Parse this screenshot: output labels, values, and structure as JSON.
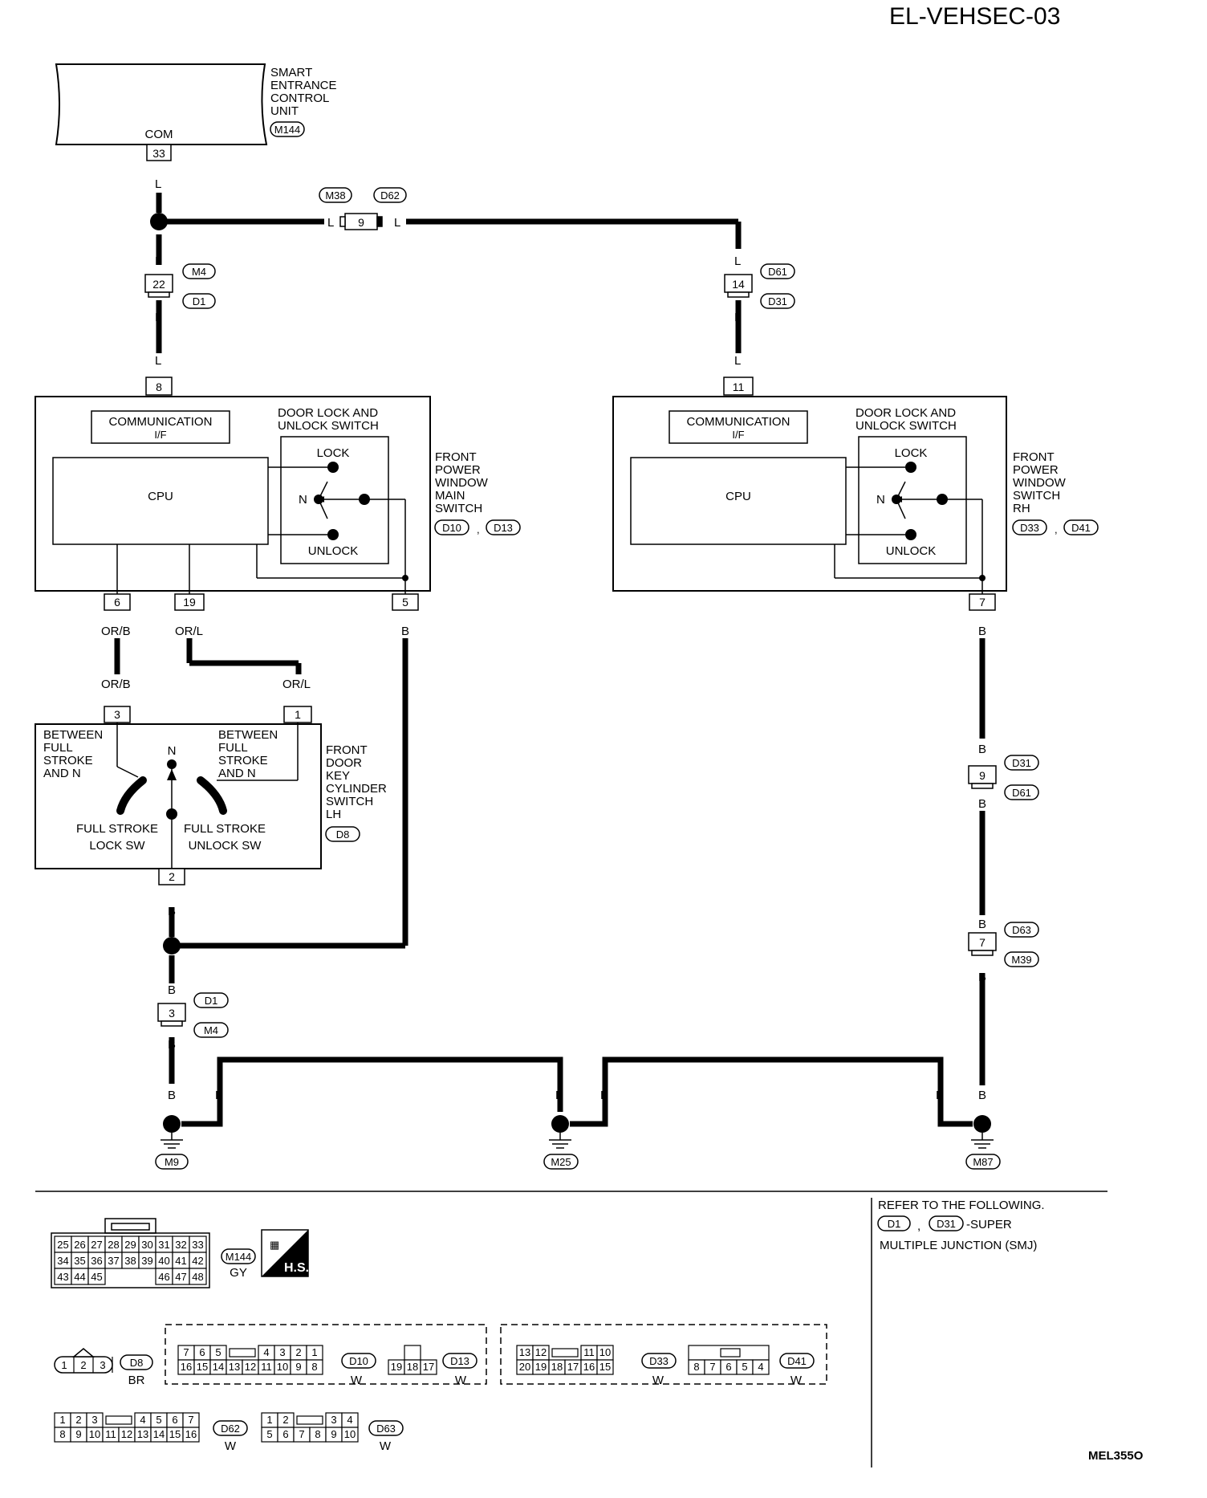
{
  "title": "EL-VEHSEC-03",
  "diagram_code": "MEL355O",
  "smart_unit": {
    "name_lines": [
      "SMART",
      "ENTRANCE",
      "CONTROL",
      "UNIT"
    ],
    "connector": "M144",
    "terminal_label": "COM",
    "terminal": "33"
  },
  "junction": {
    "left": "M38",
    "right": "D62",
    "pin": "9"
  },
  "connectors": {
    "m4_d1_upper": {
      "pin": "22",
      "a": "M4",
      "b": "D1"
    },
    "d61_d31": {
      "pin": "14",
      "a": "D61",
      "b": "D31"
    },
    "d31_d61_lower": {
      "pin": "9",
      "a": "D31",
      "b": "D61"
    },
    "d63_m39": {
      "pin": "7",
      "a": "D63",
      "b": "M39"
    },
    "d1_m4_lower": {
      "pin": "3",
      "a": "D1",
      "b": "M4"
    }
  },
  "main_switch": {
    "name_lines": [
      "FRONT",
      "POWER",
      "WINDOW",
      "MAIN",
      "SWITCH"
    ],
    "conn_a": "D10",
    "conn_b": "D13",
    "comm_line1": "COMMUNICATION",
    "comm_line2": "I/F",
    "cpu": "CPU",
    "dl_line1": "DOOR LOCK AND",
    "dl_line2": "UNLOCK SWITCH",
    "lock": "LOCK",
    "unlock": "UNLOCK",
    "neutral": "N",
    "pin_top": "8",
    "pin_6": "6",
    "pin_19": "19",
    "pin_5": "5"
  },
  "rh_switch": {
    "name_lines": [
      "FRONT",
      "POWER",
      "WINDOW",
      "SWITCH",
      "RH"
    ],
    "conn_a": "D33",
    "conn_b": "D41",
    "comm_line1": "COMMUNICATION",
    "comm_line2": "I/F",
    "cpu": "CPU",
    "dl_line1": "DOOR LOCK AND",
    "dl_line2": "UNLOCK SWITCH",
    "lock": "LOCK",
    "unlock": "UNLOCK",
    "neutral": "N",
    "pin_top": "11",
    "pin_7": "7"
  },
  "key_cyl": {
    "name_lines": [
      "FRONT",
      "DOOR",
      "KEY",
      "CYLINDER",
      "SWITCH",
      "LH"
    ],
    "connector": "D8",
    "left_lines": [
      "BETWEEN",
      "FULL",
      "STROKE",
      "AND N"
    ],
    "right_lines": [
      "BETWEEN",
      "FULL",
      "STROKE",
      "AND N"
    ],
    "neutral": "N",
    "lock_line1": "FULL STROKE",
    "lock_line2": "LOCK SW",
    "unlock_line1": "FULL STROKE",
    "unlock_line2": "UNLOCK SW",
    "pin_3": "3",
    "pin_1": "1",
    "pin_2": "2"
  },
  "wires": {
    "l": "L",
    "b": "B",
    "orb": "OR/B",
    "orl": "OR/L"
  },
  "grounds": [
    "M9",
    "M25",
    "M87"
  ],
  "refer": {
    "line1": "REFER TO THE FOLLOWING.",
    "c1": "D1",
    "sep": ",",
    "c2": "D31",
    "suffix": "-SUPER",
    "line3": "MULTIPLE JUNCTION (SMJ)"
  },
  "legend": {
    "m144": {
      "id": "M144",
      "color": "GY",
      "top": [
        "25",
        "26",
        "27",
        "28",
        "29",
        "30",
        "31",
        "32",
        "33"
      ],
      "mid": [
        "34",
        "35",
        "36",
        "37",
        "38",
        "39",
        "40",
        "41",
        "42"
      ],
      "bot_left": [
        "43",
        "44",
        "45"
      ],
      "bot_right": [
        "46",
        "47",
        "48"
      ]
    },
    "hs_badge": "H.S.",
    "d8": {
      "id": "D8",
      "color": "BR",
      "pins": [
        "1",
        "2",
        "3"
      ]
    },
    "d10": {
      "id": "D10",
      "color": "W",
      "top": [
        "7",
        "6",
        "5",
        "4",
        "3",
        "2",
        "1"
      ],
      "bot": [
        "16",
        "15",
        "14",
        "13",
        "12",
        "11",
        "10",
        "9",
        "8"
      ]
    },
    "d13": {
      "id": "D13",
      "color": "W",
      "pins": [
        "19",
        "18",
        "17"
      ]
    },
    "d33": {
      "id": "D33",
      "color": "W",
      "top_l": [
        "13",
        "12"
      ],
      "top_r": [
        "11",
        "10"
      ],
      "bot": [
        "20",
        "19",
        "18",
        "17",
        "16",
        "15"
      ]
    },
    "d41": {
      "id": "D41",
      "color": "W",
      "pins": [
        "8",
        "7",
        "6",
        "5",
        "4"
      ]
    },
    "d62": {
      "id": "D62",
      "color": "W",
      "top_l": [
        "1",
        "2",
        "3"
      ],
      "top_r": [
        "4",
        "5",
        "6",
        "7"
      ],
      "bot": [
        "8",
        "9",
        "10",
        "11",
        "12",
        "13",
        "14",
        "15",
        "16"
      ]
    },
    "d63": {
      "id": "D63",
      "color": "W",
      "top_l": [
        "1",
        "2"
      ],
      "top_r": [
        "3",
        "4"
      ],
      "bot": [
        "5",
        "6",
        "7",
        "8",
        "9",
        "10"
      ]
    }
  }
}
